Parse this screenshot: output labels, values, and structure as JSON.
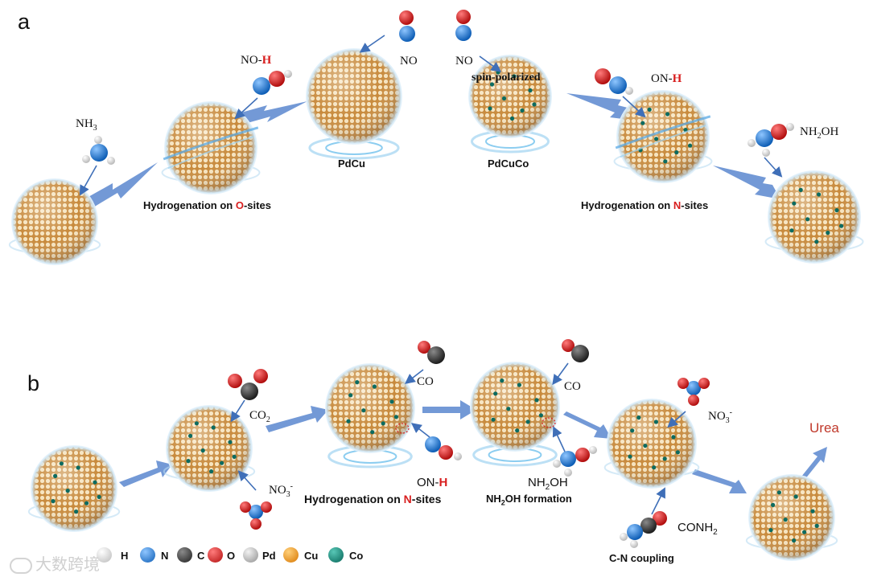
{
  "panels": {
    "a": "a",
    "b": "b"
  },
  "panel_a": {
    "catalyst_pdcu": "PdCu",
    "catalyst_pdcuco": "PdCuCo",
    "no_left": "NO",
    "no_right": "NO",
    "spin_label": "spin-polarized",
    "noh_prefix": "NO-",
    "noh_h": "H",
    "onh_prefix": "ON-",
    "onh_h": "H",
    "nh3_main": "NH",
    "nh3_sub": "3",
    "nh2oh_a": "NH",
    "nh2oh_sub": "2",
    "nh2oh_b": "OH",
    "hydro_o_pre": "Hydrogenation on ",
    "hydro_o_site": "O",
    "hydro_o_post": "-sites",
    "hydro_n_pre": "Hydrogenation on ",
    "hydro_n_site": "N",
    "hydro_n_post": "-sites"
  },
  "panel_b": {
    "co2_main": "CO",
    "co2_sub": "2",
    "no3_left_main": "NO",
    "no3_left_sup": "3",
    "no3_left_sign": "-",
    "co_1": "CO",
    "co_2": "CO",
    "onh_prefix": "ON-",
    "onh_h": "H",
    "nh2oh_a": "NH",
    "nh2oh_sub": "2",
    "nh2oh_b": "OH",
    "no3_right_main": "NO",
    "no3_right_sup": "3",
    "no3_right_sign": "-",
    "conh2_main": "CONH",
    "conh2_sub": "2",
    "urea": "Urea",
    "hydro_n_pre": "Hydrogenation on ",
    "hydro_n_site": "N",
    "hydro_n_post": "-sites",
    "nh2oh_form_a": "NH",
    "nh2oh_form_sub": "2",
    "nh2oh_form_b": "OH formation",
    "cn_coupling": "C-N coupling"
  },
  "legend": [
    {
      "symbol": "H",
      "color": "#ffffff"
    },
    {
      "symbol": "N",
      "color": "#1976d2"
    },
    {
      "symbol": "C",
      "color": "#333333"
    },
    {
      "symbol": "O",
      "color": "#d32020"
    },
    {
      "symbol": "Pd",
      "color": "#c8c8c8"
    },
    {
      "symbol": "Cu",
      "color": "#f29a12"
    },
    {
      "symbol": "Co",
      "color": "#0c8c7c"
    }
  ],
  "colors": {
    "sphere_light": "#f4dcae",
    "sphere_dark": "#b97a2e",
    "highlight_red": "#d81e1e",
    "arrow_blue": "#5b87cf",
    "urea_red": "#c0392b"
  },
  "watermark": "大数跨境"
}
